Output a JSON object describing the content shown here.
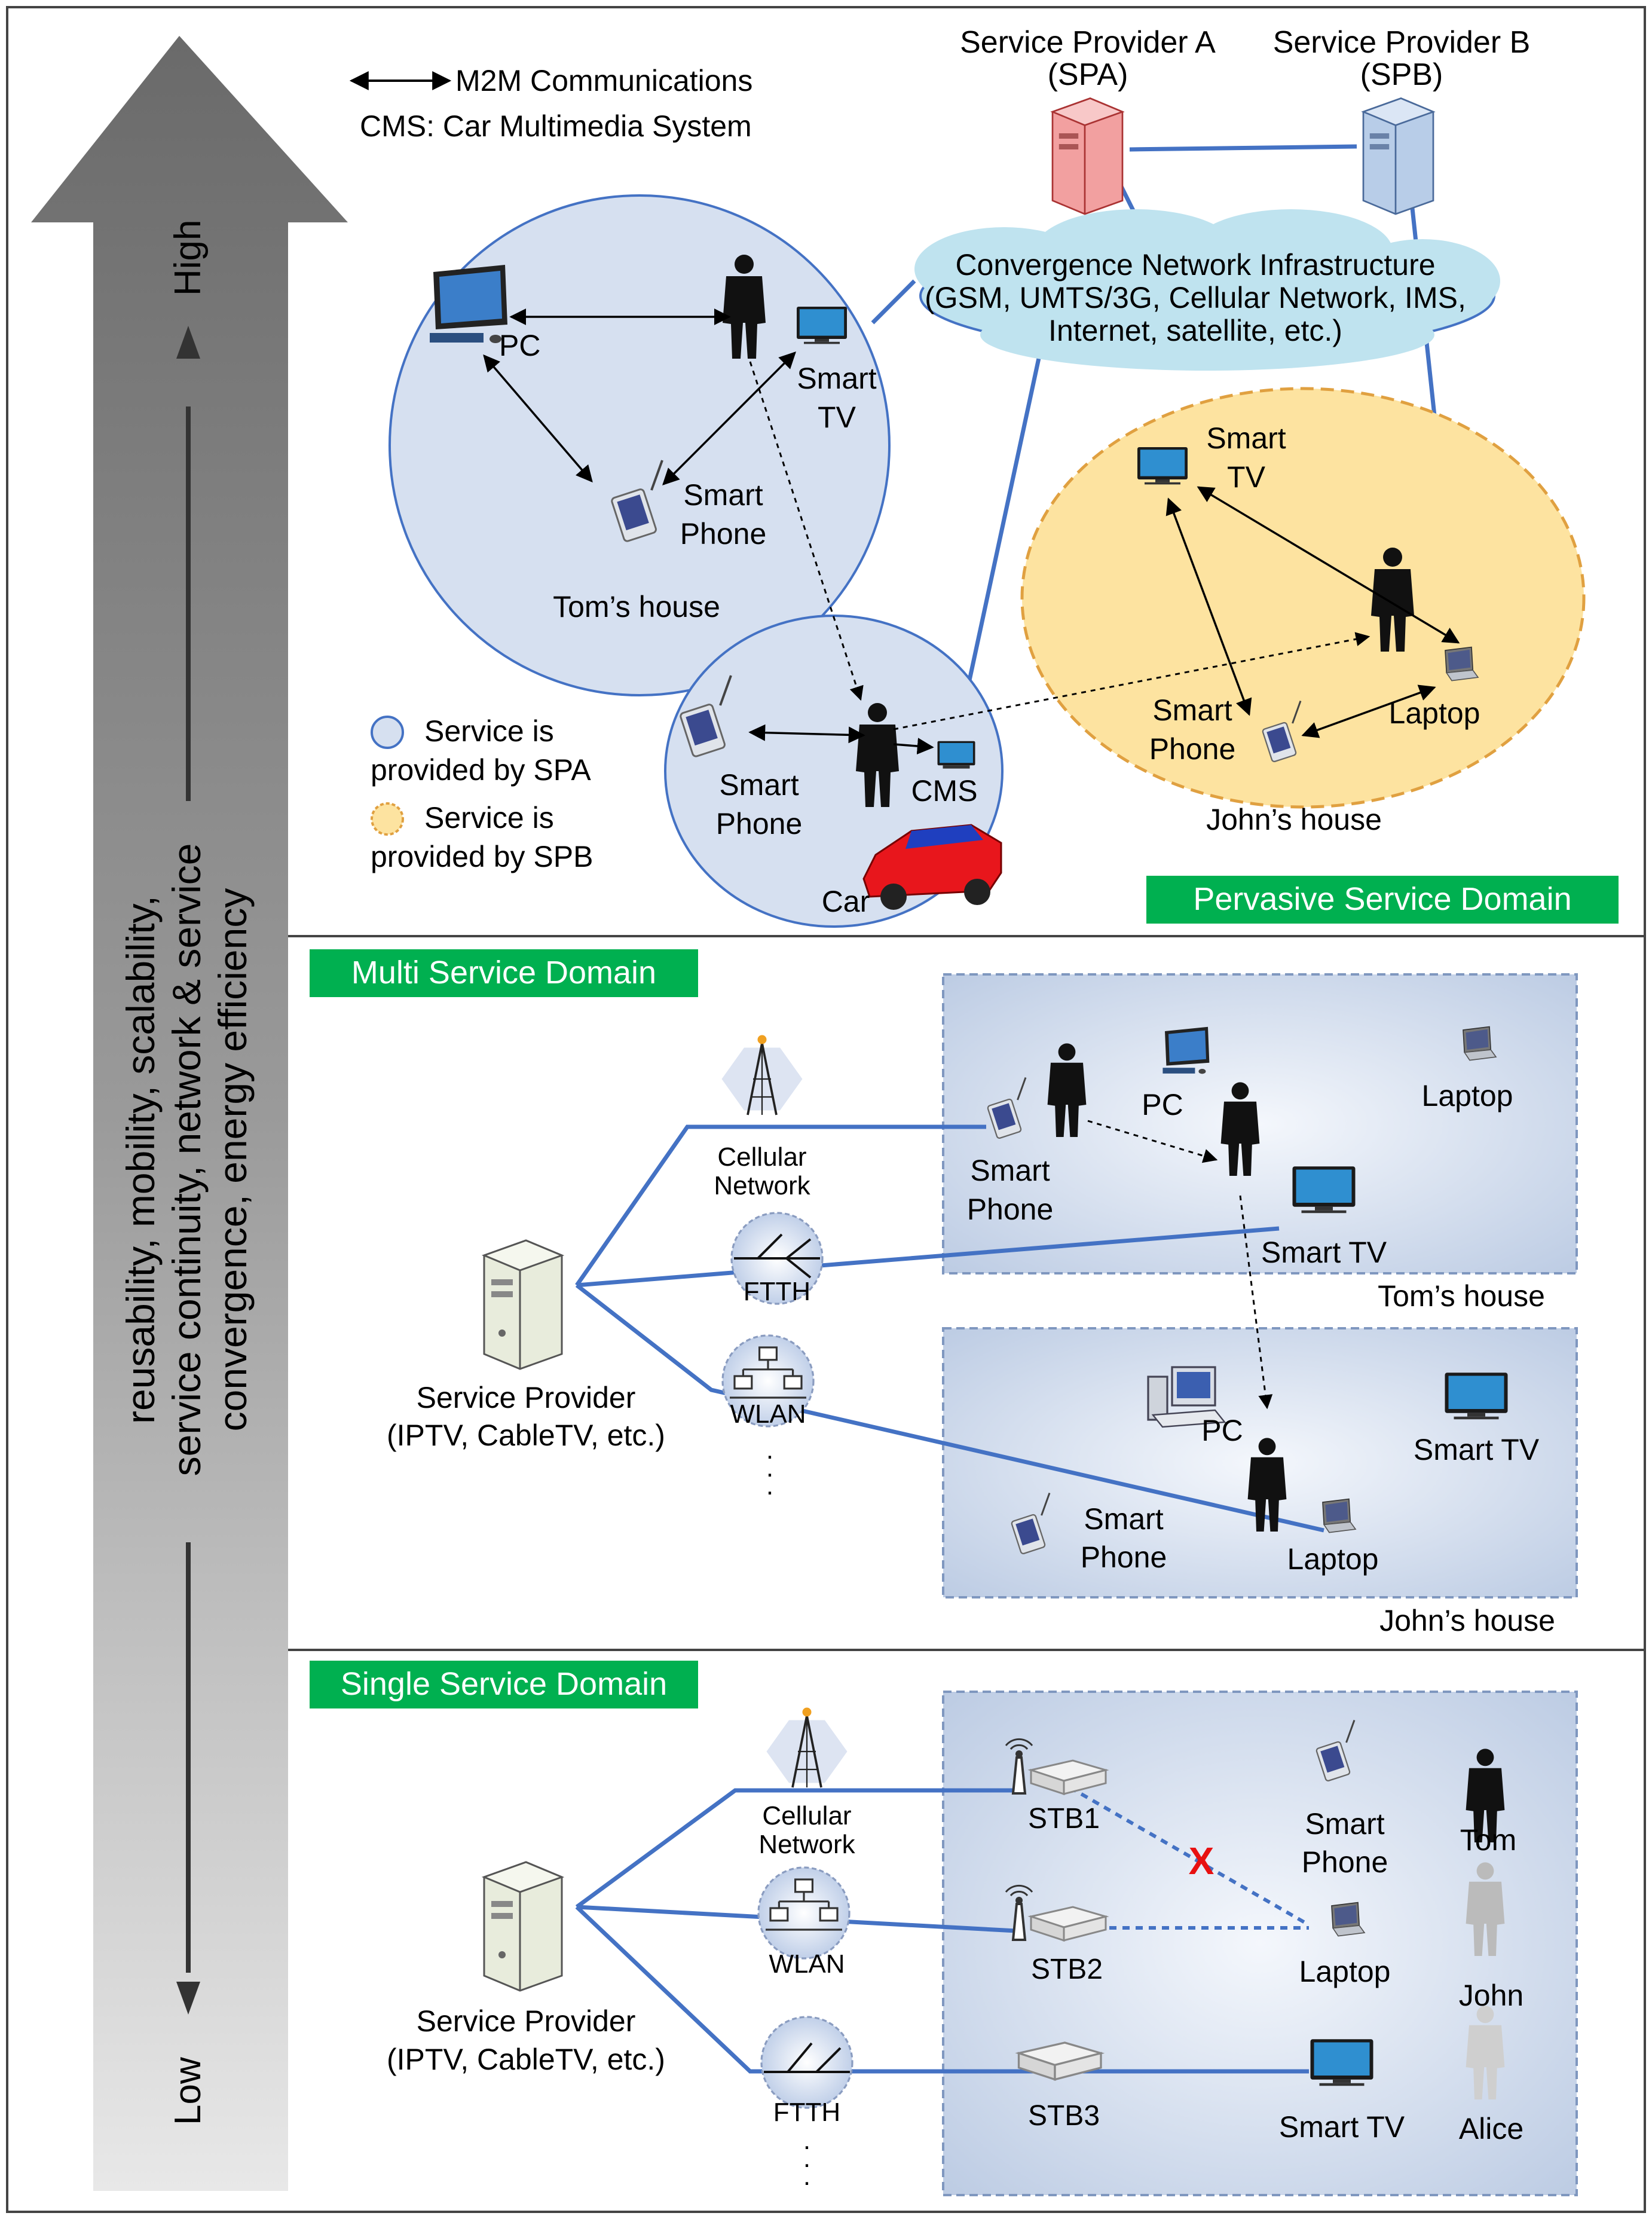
{
  "legend": {
    "m2m": "M2M Communications",
    "cms": "CMS: Car Multimedia System",
    "spa_service": [
      "Service is",
      "provided by SPA"
    ],
    "spb_service": [
      "Service is",
      "provided by SPB"
    ]
  },
  "axis": {
    "high": "High",
    "low": "Low",
    "desc_lines": [
      "reusability, mobility, scalability,",
      "service continuity, network & service",
      "convergence, energy efficiency"
    ]
  },
  "pervasive": {
    "header": "Pervasive Service Domain",
    "spa": [
      "Service Provider A",
      "(SPA)"
    ],
    "spb": [
      "Service Provider B",
      "(SPB)"
    ],
    "cloud": [
      "Convergence Network Infrastructure",
      "(GSM, UMTS/3G, Cellular Network, IMS,",
      "Internet, satellite, etc.)"
    ],
    "tom_house": "Tom’s house",
    "john_house": "John’s house",
    "car": "Car",
    "pc": "PC",
    "smart_tv": [
      "Smart",
      "TV"
    ],
    "smart_phone": [
      "Smart",
      "Phone"
    ],
    "cms_label": "CMS",
    "laptop": "Laptop"
  },
  "multi": {
    "header": "Multi Service Domain",
    "cellular": [
      "Cellular",
      "Network"
    ],
    "ftth": "FTTH",
    "wlan": "WLAN",
    "provider": [
      "Service Provider",
      "(IPTV, CableTV, etc.)"
    ],
    "pc": "PC",
    "laptop": "Laptop",
    "smart_phone": [
      "Smart",
      "Phone"
    ],
    "smart_tv": "Smart TV",
    "tom_house": "Tom’s house",
    "john_house": "John’s house"
  },
  "single": {
    "header": "Single Service Domain",
    "cellular": [
      "Cellular",
      "Network"
    ],
    "wlan": "WLAN",
    "ftth": "FTTH",
    "provider": [
      "Service Provider",
      "(IPTV, CableTV, etc.)"
    ],
    "stb1": "STB1",
    "stb2": "STB2",
    "stb3": "STB3",
    "smart_phone": [
      "Smart",
      "Phone"
    ],
    "laptop": "Laptop",
    "smart_tv": "Smart TV",
    "tom": "Tom",
    "john": "John",
    "alice": "Alice",
    "blocked": "X"
  },
  "colors": {
    "header_green": "#00b050",
    "spa_circle": "#d6e0f0",
    "spb_circle": "#fde3a0",
    "cloud": "#bfe3ef",
    "link_blue": "#4472c4",
    "house_box": "#c5d3e8"
  }
}
